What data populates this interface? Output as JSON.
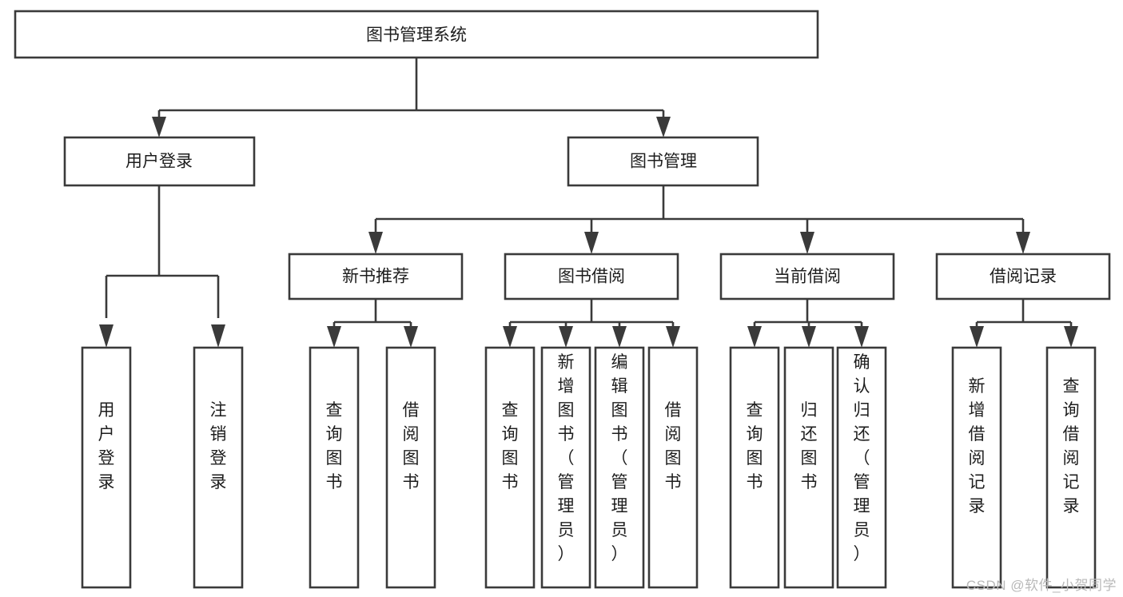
{
  "diagram": {
    "type": "tree",
    "title": "图书管理系统",
    "watermark": "CSDN @软件_小贺同学",
    "colors": {
      "stroke": "#3a3a3a",
      "fill": "#ffffff",
      "text": "#1d1d1d",
      "watermark": "#b9b9b9",
      "background": "#ffffff"
    },
    "levels": {
      "root": {
        "label": "图书管理系统"
      },
      "level2": [
        {
          "id": "user-login",
          "label": "用户登录"
        },
        {
          "id": "book-manage",
          "label": "图书管理"
        }
      ],
      "level3": [
        {
          "id": "new-book-rec",
          "label": "新书推荐"
        },
        {
          "id": "book-borrow",
          "label": "图书借阅"
        },
        {
          "id": "current-borrow",
          "label": "当前借阅"
        },
        {
          "id": "borrow-record",
          "label": "借阅记录"
        }
      ],
      "leaves": {
        "user-login": [
          {
            "id": "leaf-user-login",
            "label": "用户登录"
          },
          {
            "id": "leaf-logout",
            "label": "注销登录"
          }
        ],
        "new-book-rec": [
          {
            "id": "leaf-query-book-1",
            "label": "查询图书"
          },
          {
            "id": "leaf-borrow-book-1",
            "label": "借阅图书"
          }
        ],
        "book-borrow": [
          {
            "id": "leaf-query-book-2",
            "label": "查询图书"
          },
          {
            "id": "leaf-add-book",
            "label": "新增图书（管理员）"
          },
          {
            "id": "leaf-edit-book",
            "label": "编辑图书（管理员）"
          },
          {
            "id": "leaf-borrow-book-2",
            "label": "借阅图书"
          }
        ],
        "current-borrow": [
          {
            "id": "leaf-query-book-3",
            "label": "查询图书"
          },
          {
            "id": "leaf-return-book",
            "label": "归还图书"
          },
          {
            "id": "leaf-confirm-return",
            "label": "确认归还（管理员）"
          }
        ],
        "borrow-record": [
          {
            "id": "leaf-add-record",
            "label": "新增借阅记录"
          },
          {
            "id": "leaf-query-record",
            "label": "查询借阅记录"
          }
        ]
      }
    }
  }
}
